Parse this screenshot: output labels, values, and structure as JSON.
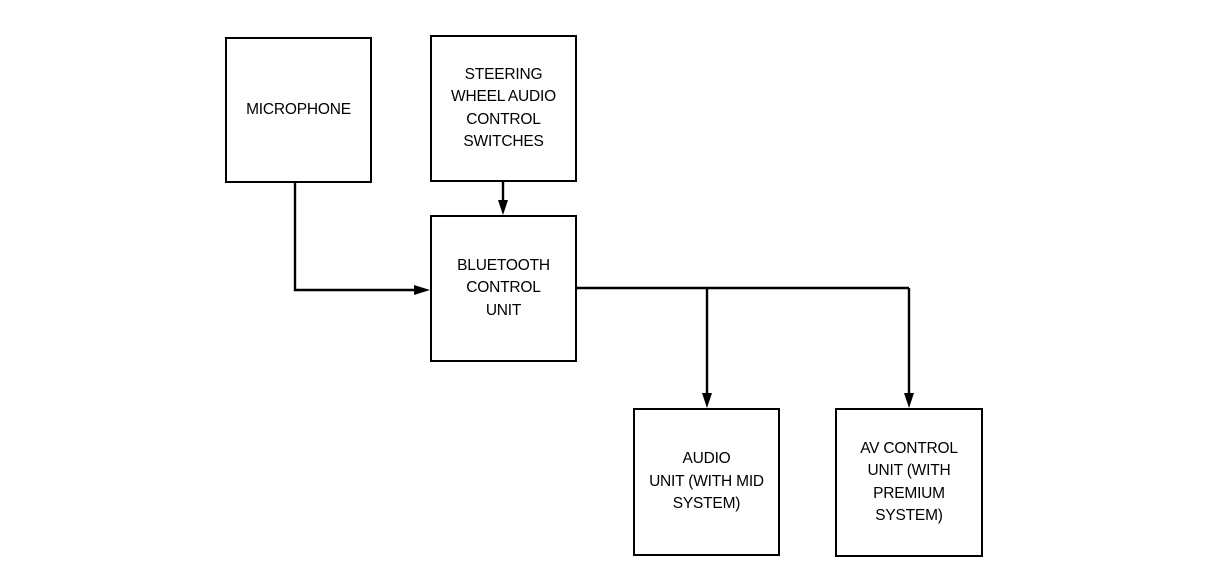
{
  "diagram": {
    "nodes": {
      "microphone": {
        "lines": [
          "MICROPHONE"
        ]
      },
      "steering_switches": {
        "lines": [
          "STEERING",
          "WHEEL AUDIO",
          "CONTROL",
          "SWITCHES"
        ]
      },
      "bluetooth_unit": {
        "lines": [
          "BLUETOOTH",
          "CONTROL",
          "UNIT"
        ]
      },
      "audio_unit": {
        "lines": [
          "AUDIO",
          "UNIT (WITH MID",
          "SYSTEM)"
        ]
      },
      "av_control_unit": {
        "lines": [
          "AV CONTROL",
          "UNIT (WITH",
          "PREMIUM",
          "SYSTEM)"
        ]
      }
    },
    "connections": [
      {
        "from": "microphone",
        "to": "bluetooth_unit"
      },
      {
        "from": "steering_switches",
        "to": "bluetooth_unit"
      },
      {
        "from": "bluetooth_unit",
        "to": "audio_unit"
      },
      {
        "from": "bluetooth_unit",
        "to": "av_control_unit"
      }
    ]
  }
}
